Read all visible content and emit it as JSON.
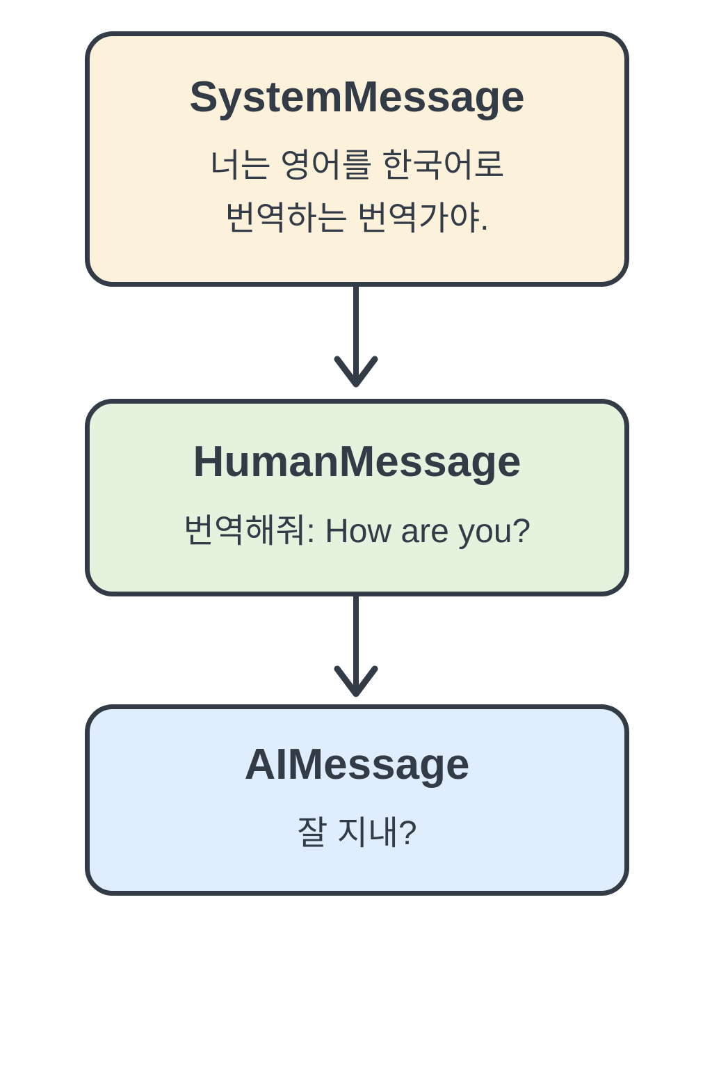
{
  "diagram": {
    "type": "vertical-flowchart",
    "colors": {
      "stroke": "#333B47",
      "text": "#333B47",
      "page_bg": "#FFFFFF",
      "system_bg": "#FCF1DB",
      "human_bg": "#E3F3DE",
      "ai_bg": "#E0EDFC"
    },
    "nodes": [
      {
        "id": "system-message",
        "title": "SystemMessage",
        "lines": [
          "너는 영어를 한국어로",
          "번역하는 번역가야."
        ],
        "bg": "#FCF1DB"
      },
      {
        "id": "human-message",
        "title": "HumanMessage",
        "lines": [
          "번역해줘: How are you?"
        ],
        "bg": "#E3F3DE"
      },
      {
        "id": "ai-message",
        "title": "AIMessage",
        "lines": [
          "잘 지내?"
        ],
        "bg": "#E0EDFC"
      }
    ],
    "connectors": [
      {
        "from": "system-message",
        "to": "human-message",
        "style": "arrow-down"
      },
      {
        "from": "human-message",
        "to": "ai-message",
        "style": "arrow-down"
      }
    ]
  }
}
